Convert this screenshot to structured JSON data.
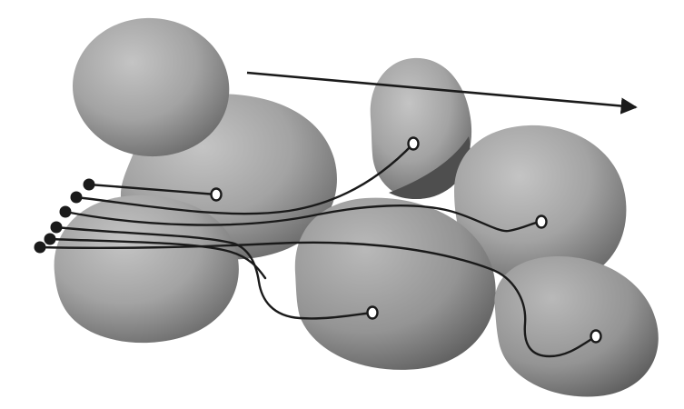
{
  "diagram": {
    "colors": {
      "background": "#ffffff",
      "blob_light": "#bdbdbd",
      "blob_mid": "#9a9a9a",
      "blob_dark": "#5a5a5a",
      "stroke": "#1a1a1a",
      "endpoint_fill": "#ffffff"
    },
    "blobs": [
      {
        "id": "blob-top-left"
      },
      {
        "id": "blob-upper-middle"
      },
      {
        "id": "blob-lower-left"
      },
      {
        "id": "blob-top-center"
      },
      {
        "id": "blob-right-upper"
      },
      {
        "id": "blob-center-bottom"
      },
      {
        "id": "blob-right-lower"
      }
    ],
    "fibers": [
      {
        "id": "fiber-1"
      },
      {
        "id": "fiber-2"
      },
      {
        "id": "fiber-3"
      },
      {
        "id": "fiber-4"
      },
      {
        "id": "fiber-5"
      },
      {
        "id": "fiber-6"
      }
    ],
    "arrow": {
      "id": "direction-arrow"
    }
  }
}
